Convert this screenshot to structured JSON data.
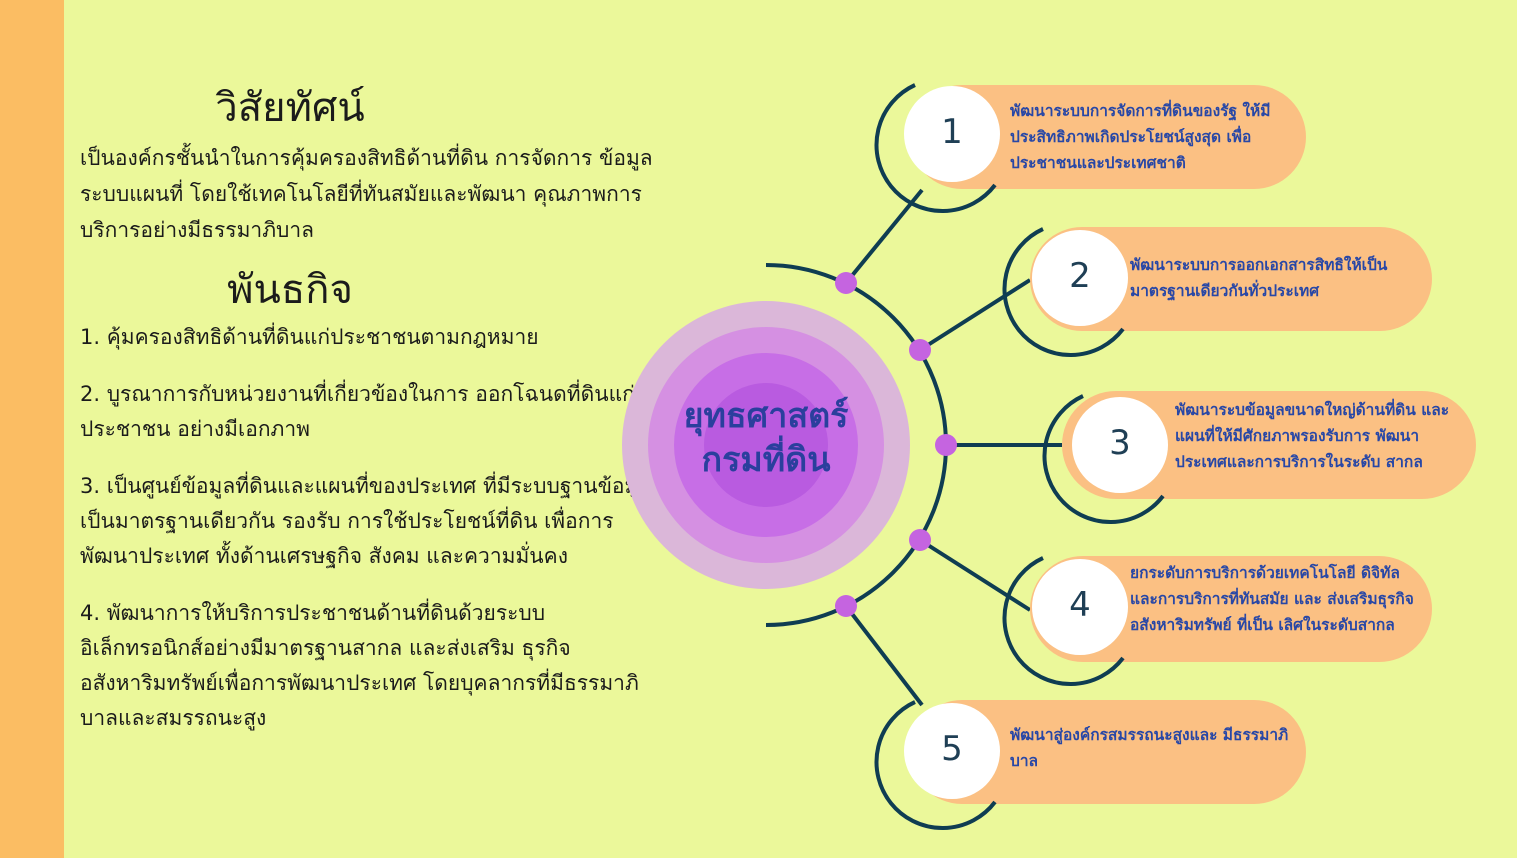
{
  "vision": {
    "heading": "วิสัยทัศน์",
    "text": "เป็นองค์กรชั้นนำในการคุ้มครองสิทธิด้านที่ดิน การจัดการ ข้อมูล ระบบแผนที่ โดยใช้เทคโนโลยีที่ทันสมัยและพัฒนา คุณภาพการบริการอย่างมีธรรมาภิบาล"
  },
  "mission": {
    "heading": "พันธกิจ",
    "items": [
      "1. คุ้มครองสิทธิด้านที่ดินแก่ประชาชนตามกฎหมาย",
      "2. บูรณาการกับหน่วยงานที่เกี่ยวข้องในการ ออกโฉนดที่ดินแก่ประชาชน อย่างมีเอกภาพ",
      "3. เป็นศูนย์ข้อมูลที่ดินและแผนที่ของประเทศ ที่มีระบบฐานข้อมูลเป็นมาตรฐานเดียวกัน รองรับ การใช้ประโยชน์ที่ดิน เพื่อการพัฒนาประเทศ ทั้งด้านเศรษฐกิจ สังคม และความมั่นคง",
      "4. พัฒนาการให้บริการประชาชนด้านที่ดินด้วยระบบ อิเล็กทรอนิกส์อย่างมีมาตรฐานสากล และส่งเสริม ธุรกิจอสังหาริมทรัพย์เพื่อการพัฒนาประเทศ โดยบุคลากรที่มีธรรมาภิบาลและสมรรถนะสูง"
    ]
  },
  "strategy": {
    "center_title_line1": "ยุทธศาสตร์",
    "center_title_line2": "กรมที่ดิน",
    "items": [
      {
        "number": "1",
        "text": "พัฒนาระบบการจัดการที่ดินของรัฐ ให้มีประสิทธิภาพเกิดประโยชน์สูงสุด เพื่อประชาชนและประเทศชาติ"
      },
      {
        "number": "2",
        "text": "พัฒนาระบบการออกเอกสารสิทธิให้เป็น มาตรฐานเดียวกันทั่วประเทศ"
      },
      {
        "number": "3",
        "text": "พัฒนาระบข้อมูลขนาดใหญ่ด้านที่ดิน และแผนที่ให้มีศักยภาพรองรับการ พัฒนาประเทศและการบริการในระดับ สากล"
      },
      {
        "number": "4",
        "text": "ยกระดับการบริการด้วยเทคโนโลยี ดิจิทัลและการบริการที่ทันสมัย และ ส่งเสริมธุรกิจอสังหาริมทรัพย์ ที่เป็น เลิศในระดับสากล"
      },
      {
        "number": "5",
        "text": "พัฒนาสู่องค์กรสมรรถนะสูงและ มีธรรมาภิบาล"
      }
    ]
  },
  "colors": {
    "background": "#ebf89a",
    "side_stripe": "#fbbd63",
    "pill": "#fbc083",
    "ring": "#0f3d52",
    "node": "#c564e0",
    "title": "#2a3f9d",
    "item_text": "#2847a6"
  }
}
